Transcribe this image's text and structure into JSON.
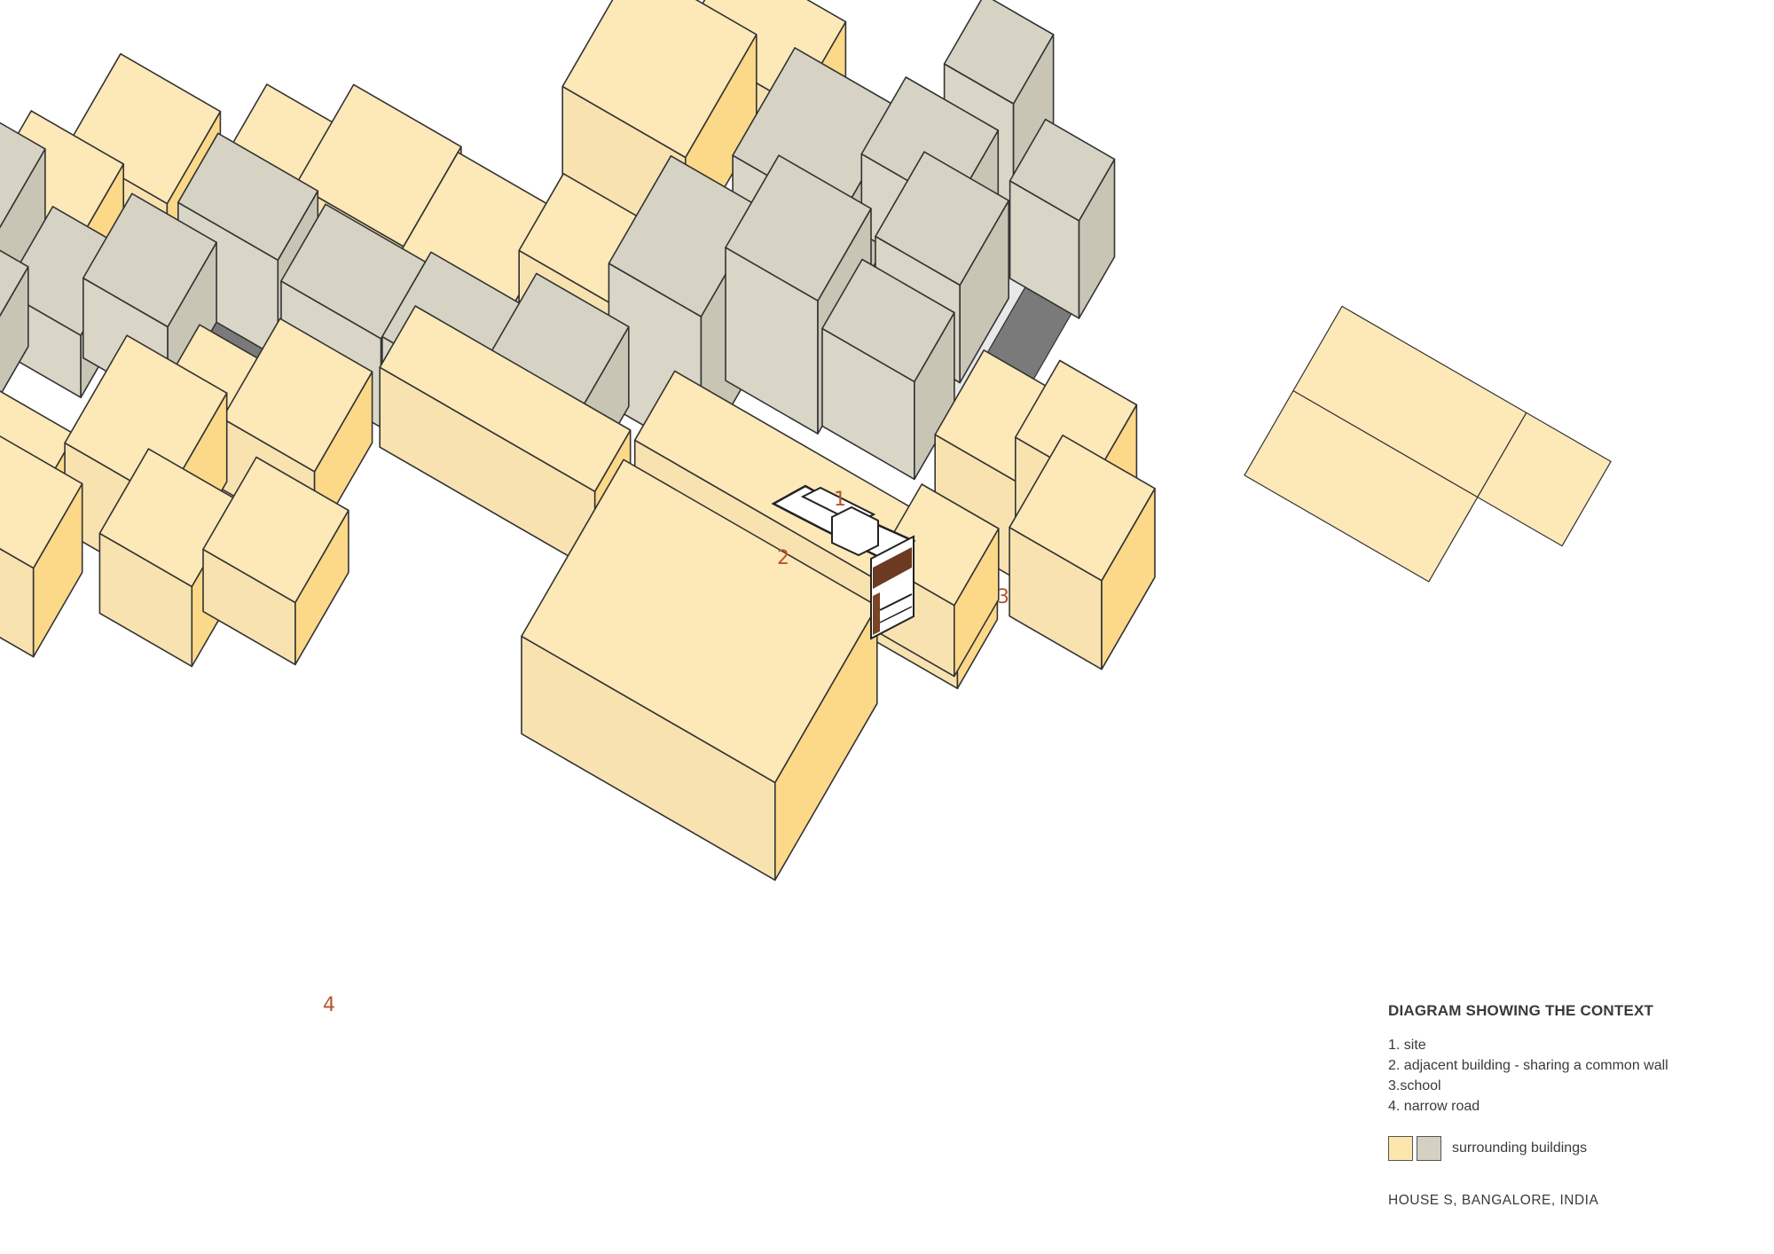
{
  "diagram": {
    "markers": [
      "1",
      "2",
      "3",
      "4"
    ],
    "colors": {
      "yellow_top": "#fde8b8",
      "yellow_left": "#f8e3b0",
      "yellow_right": "#fcd889",
      "grey_top": "#d6d3c5",
      "grey_left": "#d9d6c8",
      "grey_right": "#c8c5b5",
      "road": "#7a7a7a",
      "ground": "#e8e8e8",
      "outline": "#333333"
    }
  },
  "legend": {
    "title": "DIAGRAM  SHOWING THE CONTEXT",
    "items": [
      "1. site",
      "2. adjacent building - sharing a common wall",
      "3.school",
      "4. narrow road"
    ],
    "swatch_label": "surrounding buildings",
    "swatch_colors": [
      "#fde6ad",
      "#d4d1c3"
    ],
    "credit": "HOUSE S, BANGALORE, INDIA"
  }
}
